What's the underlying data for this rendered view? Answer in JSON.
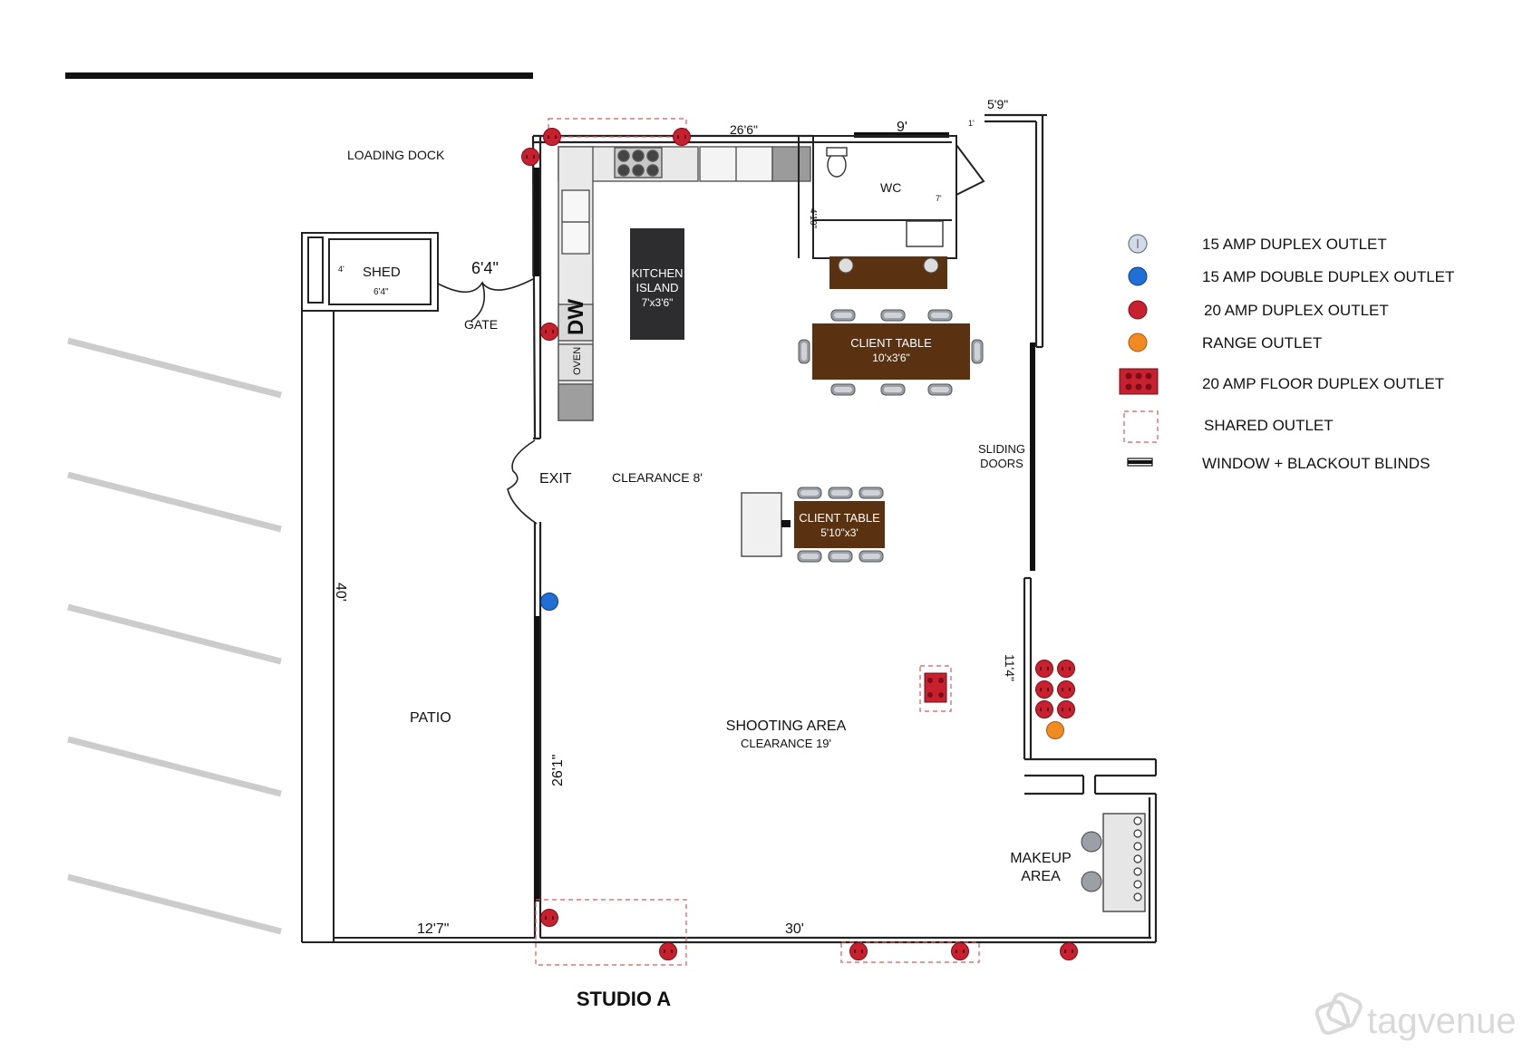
{
  "title": "STUDIO A",
  "watermark": "tagvenue",
  "labels": {
    "loading_dock": "LOADING DOCK",
    "shed": "SHED",
    "shed_depth": "4'",
    "shed_width": "6'4\"",
    "gate_width": "6'4\"",
    "gate": "GATE",
    "kitchen_island_1": "KITCHEN",
    "kitchen_island_2": "ISLAND",
    "kitchen_island_3": "7'x3'6\"",
    "dw": "DW",
    "oven": "OVEN",
    "wc": "WC",
    "wc_depth": "4'10\"",
    "wc_door": "7'",
    "top_wall": "26'6\"",
    "nine_ft": "9'",
    "five_nine": "5'9\"",
    "one_ft": "1'",
    "client_table_1": "CLIENT TABLE",
    "client_table_1_size": "10'x3'6\"",
    "client_table_2": "CLIENT TABLE",
    "client_table_2_size": "5'10\"x3'",
    "exit": "EXIT",
    "clearance_8": "CLEARANCE 8'",
    "sliding_1": "SLIDING",
    "sliding_2": "DOORS",
    "patio": "PATIO",
    "forty": "40'",
    "twenty_six_one": "26'1\"",
    "twelve_seven": "12'7\"",
    "thirty": "30'",
    "shooting_area": "SHOOTING AREA",
    "clearance_19": "CLEARANCE 19'",
    "eleven_four": "11'4\"",
    "makeup_1": "MAKEUP",
    "makeup_2": "AREA"
  },
  "legend": [
    {
      "label": "15 AMP DUPLEX OUTLET",
      "icon": "duplex-outlet-15a-icon",
      "color": "#d4dbe8"
    },
    {
      "label": "15 AMP DOUBLE DUPLEX OUTLET",
      "icon": "double-duplex-outlet-15a-icon",
      "color": "#1f6fd6"
    },
    {
      "label": "20 AMP DUPLEX OUTLET",
      "icon": "duplex-outlet-20a-icon",
      "color": "#c8202f"
    },
    {
      "label": "RANGE OUTLET",
      "icon": "range-outlet-icon",
      "color": "#f28a22"
    },
    {
      "label": "20 AMP FLOOR DUPLEX OUTLET",
      "icon": "floor-duplex-outlet-icon",
      "color": "#c8202f"
    },
    {
      "label": "SHARED OUTLET",
      "icon": "shared-outlet-icon",
      "color": "#c8202f"
    },
    {
      "label": "WINDOW + BLACKOUT BLINDS",
      "icon": "window-blackout-icon",
      "color": "#111111"
    }
  ]
}
